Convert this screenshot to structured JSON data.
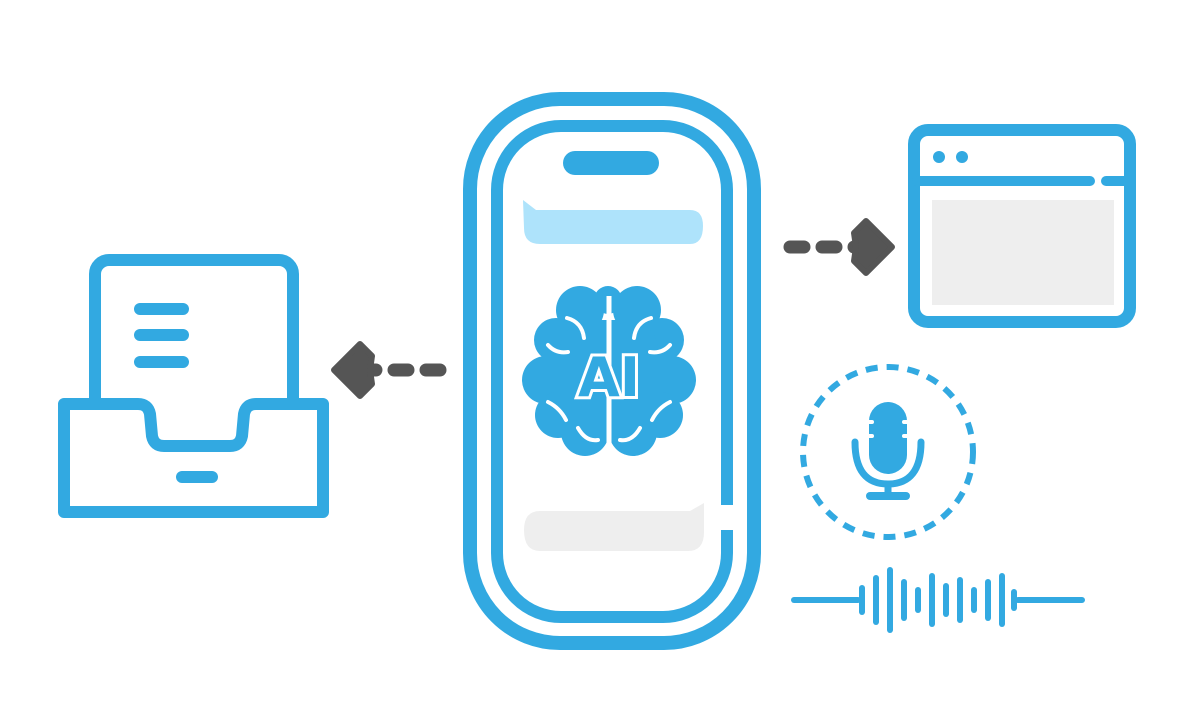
{
  "colors": {
    "primary": "#32a9e1",
    "light_bubble": "#aee3fb",
    "gray_bubble": "#eeeeee",
    "panel_fill": "#eeeeee",
    "arrow": "#555555",
    "white": "#ffffff"
  },
  "phone": {
    "center_label": "AI",
    "icon": "brain-icon"
  },
  "nodes": [
    {
      "name": "document-tray-icon"
    },
    {
      "name": "browser-window-icon"
    },
    {
      "name": "microphone-icon"
    },
    {
      "name": "sound-wave-icon"
    }
  ],
  "arrows": [
    "arrow-left",
    "arrow-right"
  ]
}
